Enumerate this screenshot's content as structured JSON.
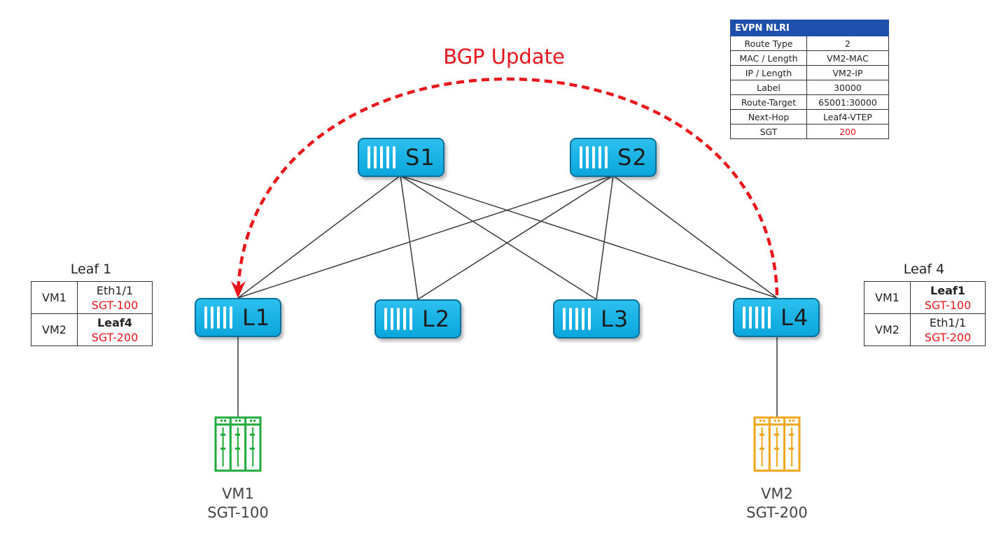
{
  "title": "BGP Update",
  "spines": [
    {
      "label": "S1"
    },
    {
      "label": "S2"
    }
  ],
  "leaves": [
    {
      "label": "L1"
    },
    {
      "label": "L2"
    },
    {
      "label": "L3"
    },
    {
      "label": "L4"
    }
  ],
  "evpn_nlri": {
    "header": "EVPN NLRI",
    "rows": [
      {
        "key": "Route Type",
        "value": "2"
      },
      {
        "key": "MAC / Length",
        "value": "VM2-MAC"
      },
      {
        "key": "IP / Length",
        "value": "VM2-IP"
      },
      {
        "key": "Label",
        "value": "30000"
      },
      {
        "key": "Route-Target",
        "value": "65001:30000"
      },
      {
        "key": "Next-Hop",
        "value": "Leaf4-VTEP"
      },
      {
        "key": "SGT",
        "value": "200"
      }
    ]
  },
  "leaf1_table": {
    "title": "Leaf 1",
    "rows": [
      {
        "vm": "VM1",
        "location": "Eth1/1",
        "sgt": "SGT-100"
      },
      {
        "vm": "VM2",
        "location": "Leaf4",
        "sgt": "SGT-200"
      }
    ]
  },
  "leaf4_table": {
    "title": "Leaf 4",
    "rows": [
      {
        "vm": "VM1",
        "location": "Leaf1",
        "sgt": "SGT-100"
      },
      {
        "vm": "VM2",
        "location": "Eth1/1",
        "sgt": "SGT-200"
      }
    ]
  },
  "hosts": [
    {
      "name": "VM1",
      "sgt": "SGT-100",
      "color": "#1faa3c"
    },
    {
      "name": "VM2",
      "sgt": "SGT-200",
      "color": "#f2a516"
    }
  ],
  "colors": {
    "accent_red": "#e8161b",
    "switch_blue": "#0aa6dc",
    "table_header": "#1f4fad"
  }
}
